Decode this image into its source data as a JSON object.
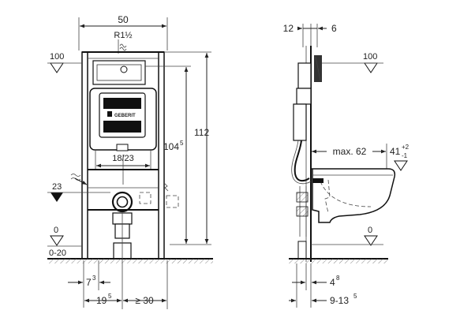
{
  "front_view": {
    "dim_width": "50",
    "dim_thread": "R1½",
    "dim_height_total": "112",
    "dim_height_mount": "104",
    "dim_height_mount_sup": "5",
    "dim_inlet": "18/23",
    "level_100": "100",
    "level_23": "23",
    "level_0": "0",
    "level_range": "0-20",
    "dim_7": "7",
    "dim_7_sup": "3",
    "dim_19": "19",
    "dim_19_sup": "5",
    "dim_30": "≥ 30",
    "brand": "GEBERIT"
  },
  "side_view": {
    "dim_12": "12",
    "dim_6": "6",
    "level_100": "100",
    "dim_max62": "max. 62",
    "dim_41": "41",
    "dim_41_sup": "+2",
    "dim_41_sub": "-1",
    "level_0": "0",
    "dim_4": "4",
    "dim_4_sup": "8",
    "dim_9_13": "9-13",
    "dim_9_13_sup": "5"
  }
}
